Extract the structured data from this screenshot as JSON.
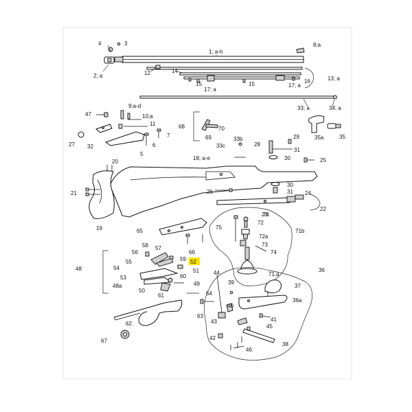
{
  "labels": {
    "l1": "1; a-h",
    "l2": "2; a",
    "l3": "3",
    "l4": "4",
    "l5": "5",
    "l6": "6",
    "l7": "7",
    "l8a": "8;a",
    "l9": "9;a-d",
    "l10": "10;a",
    "l11": "11",
    "l12": "12",
    "l13": "13; a",
    "l14": "14",
    "l15a": "15",
    "l15b": "15",
    "l16": "16",
    "l17a": "17; a",
    "l17b": "17; a",
    "l18": "18; a-e",
    "l19": "19",
    "l20": "20",
    "l21": "21",
    "l22": "22",
    "l23": "23",
    "l24": "24",
    "l25": "25",
    "l26": "26",
    "l27": "27",
    "l28": "28",
    "l29": "29",
    "l30a": "30",
    "l30b": "30",
    "l31a": "31",
    "l31b": "31",
    "l32": "32",
    "l33": "33; a",
    "l33b": "33b",
    "l33c": "33c",
    "l34": "34; a",
    "l35": "35",
    "l35a": "35a",
    "l36": "36",
    "l36a": "36a",
    "l37": "37",
    "l38": "38",
    "l39": "39",
    "l40": "40",
    "l41": "41",
    "l42": "42",
    "l43": "43",
    "l44": "44",
    "l45": "45",
    "l46": "46",
    "l47": "47",
    "l48": "48",
    "l48a": "48a",
    "l49": "49",
    "l50": "50",
    "l51": "51",
    "l52": "52",
    "l53": "53",
    "l54": "54",
    "l55": "55",
    "l56": "56",
    "l57": "57",
    "l58": "58",
    "l59": "59",
    "l60": "60",
    "l61": "61",
    "l62": "62",
    "l63": "63",
    "l64": "64",
    "l65": "65",
    "l66": "66",
    "l67": "67",
    "l68": "68",
    "l69": "69",
    "l70": "70",
    "l71a": "71;a",
    "l71b": "71b",
    "l72": "72",
    "l72a": "72a",
    "l73": "73",
    "l74": "74",
    "l75": "75",
    "l76": "76"
  },
  "highlight": {
    "label": "52",
    "color": "#ffe400"
  }
}
